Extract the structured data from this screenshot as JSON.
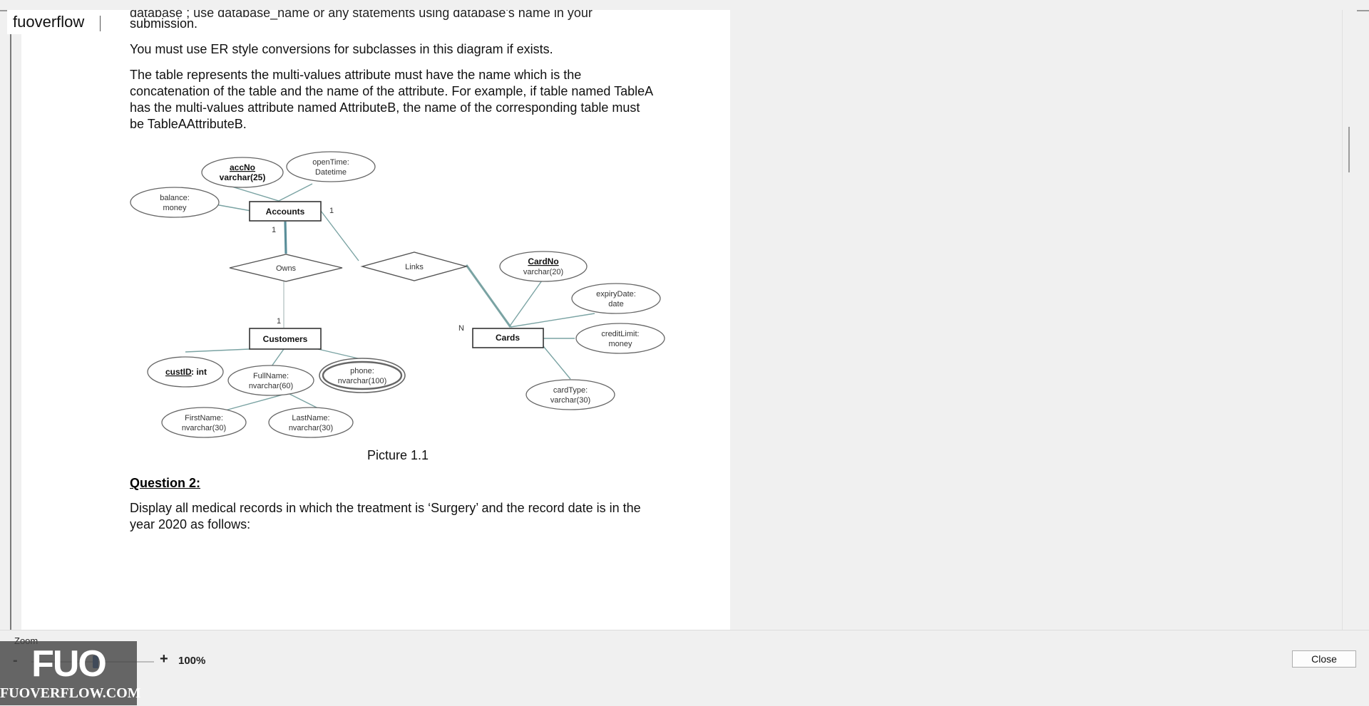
{
  "brand": {
    "name": "fuoverflow"
  },
  "document": {
    "cut_line": "database ; use database_name or any statements using database's name in your",
    "paragraph_1": "submission.",
    "paragraph_2": "You must use ER style conversions for subclasses in this diagram if exists.",
    "paragraph_3_lines": [
      "The table represents the multi-values attribute must have the name which is the",
      "concatenation of the table and the name of the attribute. For example, if table named TableA",
      "has the multi-values attribute named AttributeB, the name of the corresponding table must",
      "be TableAAttributeB."
    ],
    "caption": "Picture 1.1",
    "question_heading": "Question 2:",
    "question_lines": [
      "Display all medical records in which the treatment is ‘Surgery’ and the record date is in the",
      "year 2020 as follows:"
    ]
  },
  "diagram": {
    "entities": {
      "accounts": "Accounts",
      "customers": "Customers",
      "cards": "Cards"
    },
    "relationships": {
      "owns": "Owns",
      "links": "Links"
    },
    "cardinalities": {
      "accounts_links": "1",
      "accounts_owns": "1",
      "owns_customers": "1",
      "links_cards": "N"
    },
    "attributes": {
      "accno_name": "accNo",
      "accno_type": "varchar(25)",
      "opentime_name": "openTime:",
      "opentime_type": "Datetime",
      "balance_name": "balance:",
      "balance_type": "money",
      "cardno_name": "CardNo",
      "cardno_type": "varchar(20)",
      "expirydate_name": "expiryDate:",
      "expirydate_type": "date",
      "creditlimit_name": "creditLimit:",
      "creditlimit_type": "money",
      "cardtype_name": "cardType:",
      "cardtype_type": "varchar(30)",
      "custid_name": "custID",
      "custid_type": ": int",
      "fullname_name": "FullName:",
      "fullname_type": "nvarchar(60)",
      "phone_name": "phone:",
      "phone_type": "nvarchar(100)",
      "firstname_name": "FirstName:",
      "firstname_type": "nvarchar(30)",
      "lastname_name": "LastName:",
      "lastname_type": "nvarchar(30)"
    }
  },
  "zoom": {
    "label": "Zoom",
    "minus": "-",
    "plus": "+",
    "value": "100%",
    "level_percent": 100
  },
  "actions": {
    "close": "Close"
  },
  "watermark": {
    "logo": "FUO",
    "text": "FUOVERFLOW.COM"
  }
}
